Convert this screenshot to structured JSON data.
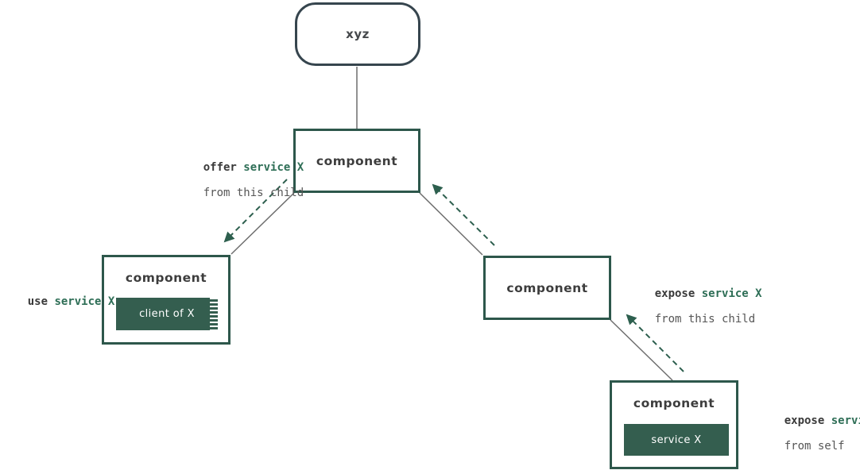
{
  "diagram": {
    "root": {
      "label": "xyz"
    },
    "nodes": {
      "top": {
        "label": "component"
      },
      "left": {
        "label": "component",
        "inner_label": "client of X"
      },
      "middle": {
        "label": "component"
      },
      "bottom": {
        "label": "component",
        "inner_label": "service X"
      }
    },
    "annotations": {
      "offer_service": {
        "verb": "offer ",
        "service": "service X",
        "sub": "from this child"
      },
      "use_service": {
        "verb": "use ",
        "service": "service X"
      },
      "expose_child": {
        "verb": "expose ",
        "service": "service X",
        "sub": "from this child"
      },
      "expose_self": {
        "verb": "expose ",
        "service": "service X",
        "sub": "from self"
      }
    },
    "colors": {
      "component_border_green": "#2d574b",
      "inner_fill_green": "#345e4f",
      "root_border_slate": "#36454e",
      "connector_gray": "#6e6e6e",
      "arrow_green": "#2d5f4e",
      "label_green": "#2e6e56",
      "label_dark": "#3a3a3a",
      "label_gray": "#565656"
    }
  }
}
